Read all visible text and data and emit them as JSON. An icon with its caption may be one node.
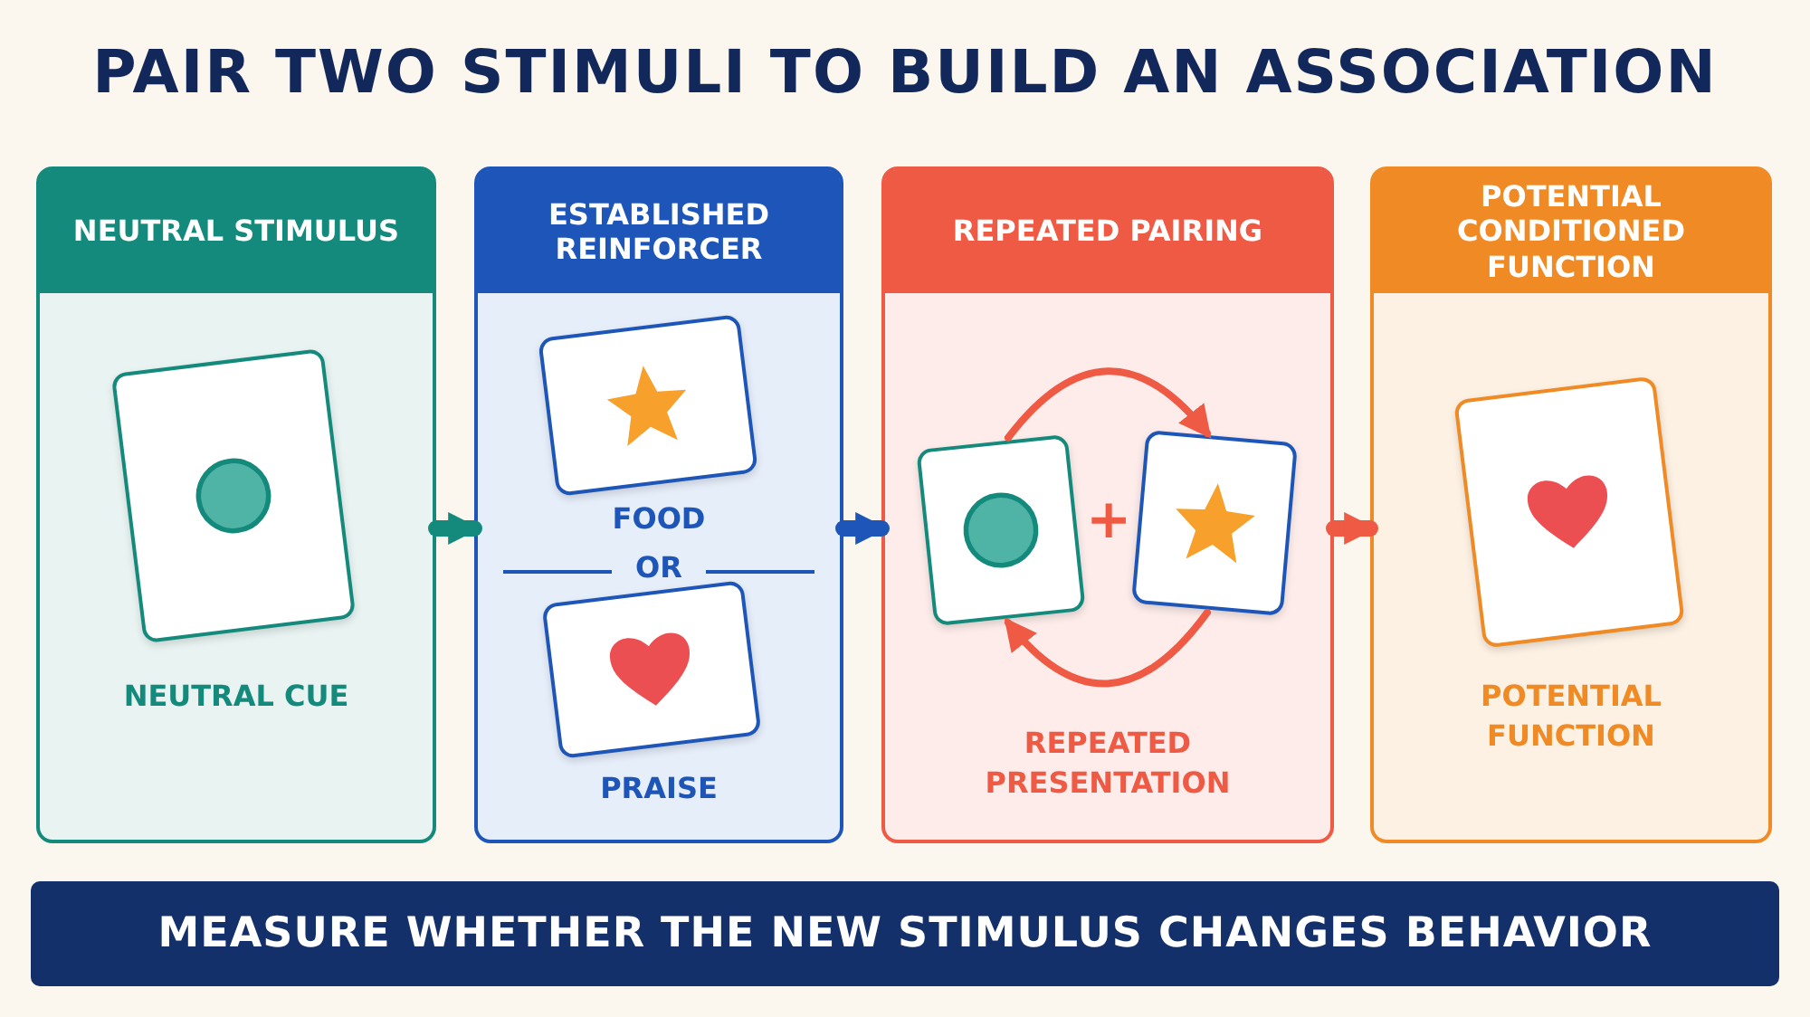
{
  "diagram": {
    "title": "PAIR TWO STIMULI TO BUILD AN ASSOCIATION",
    "nodes": [
      {
        "text": [
          "NEUTRAL STIMULUS",
          "NEUTRAL CUE"
        ]
      },
      {
        "text": [],
        "shape": "card",
        "in": 0
      },
      {
        "text": [
          "ESTABLISHED REINFORCER",
          "FOOD",
          "OR",
          "PRAISE"
        ]
      },
      {
        "text": [],
        "shape": "card",
        "in": 2
      },
      {
        "text": [],
        "shape": "card",
        "in": 2
      },
      {
        "text": [
          "REPEATED PAIRING",
          "REPEATED PRESENTATION"
        ]
      },
      {
        "text": [],
        "shape": "card",
        "in": 5
      },
      {
        "text": [],
        "shape": "card",
        "in": 5
      },
      {
        "text": [
          "POTENTIAL CONDITIONED FUNCTION",
          "POTENTIAL FUNCTION"
        ]
      },
      {
        "text": [],
        "shape": "card",
        "in": 8
      },
      {
        "text": [
          "MEASURE WHETHER THE NEW STIMULUS CHANGES BEHAVIOR"
        ]
      }
    ],
    "edges": [
      {
        "from": 0,
        "to": 2,
        "arrow": "to",
        "color": "#138a7b"
      },
      {
        "from": 2,
        "to": 5,
        "arrow": "to",
        "color": "#1d56b8"
      },
      {
        "from": 5,
        "to": 8,
        "arrow": "to",
        "color": "#ef5a45"
      },
      {
        "from": 6,
        "to": 7,
        "arrow": "to",
        "color": "#ef5a45"
      },
      {
        "from": 7,
        "to": 6,
        "arrow": "to",
        "color": "#ef5a45"
      }
    ],
    "labels": [
      "+"
    ]
  }
}
